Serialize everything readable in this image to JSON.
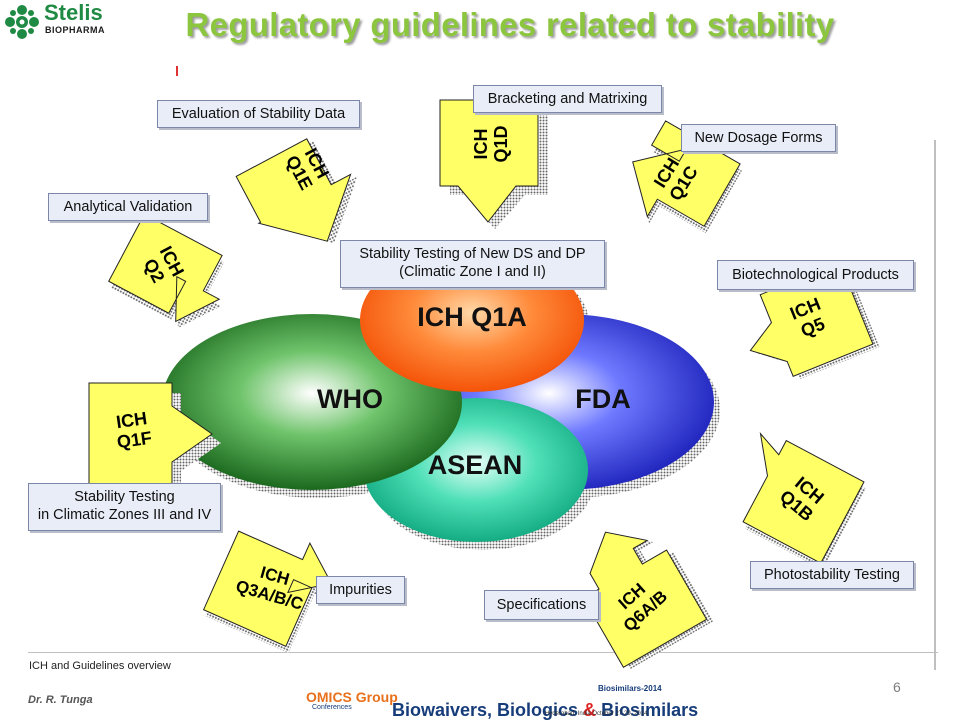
{
  "header": {
    "title": "Regulatory guidelines related to stability",
    "logo_name": "Stelis",
    "logo_sub": "BIOPHARMA"
  },
  "center": {
    "top": "ICH Q1A",
    "left": "WHO",
    "right": "FDA",
    "bottom": "ASEAN",
    "top_label_line1": "Stability Testing of New DS and DP",
    "top_label_line2": "(Climatic Zone I and II)",
    "colors": {
      "top": "#ff6a1a",
      "left": "#1a7a1f",
      "right": "#1f2fc4",
      "bottom": "#1ec9a0"
    }
  },
  "arrows": [
    {
      "id": "q1e",
      "line1": "ICH",
      "line2": "Q1E",
      "caption": "Evaluation of Stability Data"
    },
    {
      "id": "q1d",
      "line1": "ICH",
      "line2": "Q1D",
      "caption": "Bracketing and Matrixing"
    },
    {
      "id": "q1c",
      "line1": "ICH",
      "line2": "Q1C",
      "caption": "New Dosage Forms"
    },
    {
      "id": "q2",
      "line1": "ICH",
      "line2": "Q2",
      "caption": "Analytical Validation"
    },
    {
      "id": "q5",
      "line1": "ICH",
      "line2": "Q5",
      "caption": "Biotechnological Products"
    },
    {
      "id": "q1f",
      "line1": "ICH",
      "line2": "Q1F",
      "caption_line1": "Stability Testing",
      "caption_line2": "in Climatic Zones III and IV"
    },
    {
      "id": "q1b",
      "line1": "ICH",
      "line2": "Q1B",
      "caption": "Photostability Testing"
    },
    {
      "id": "q3",
      "line1": "ICH",
      "line2": "Q3A/B/C",
      "caption": "Impurities"
    },
    {
      "id": "q6",
      "line1": "ICH",
      "line2": "Q6A/B",
      "caption": "Specifications"
    }
  ],
  "arrow_color": "#ffff66",
  "footer": {
    "note": "ICH and Guidelines overview",
    "author": "Dr. R. Tunga",
    "page": "6",
    "banner_org": "OMICS Group",
    "banner_org_sub": "Conferences",
    "banner_title_1": "Biowaivers, Biologics ",
    "banner_title_amp": "&",
    "banner_title_2": " Biosimilars",
    "banner_top": "Biosimilars-2014",
    "banner_place": "Hyderabad, India  October 27-29, 2014"
  }
}
